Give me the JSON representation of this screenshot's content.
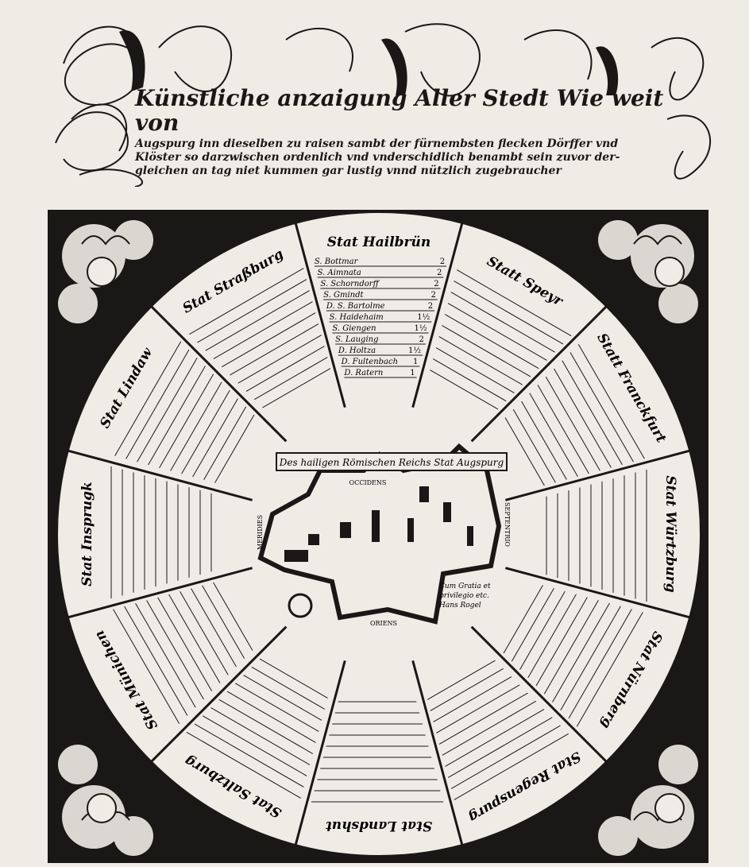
{
  "header": {
    "lines": [
      "Künstliche anzaigung Aller Stedt Wie weit von",
      "Augspurg inn dieselben zu raisen sambt der fürnembsten flecken Dörffer vnd",
      "Klöster so darzwischen ordenlich vnd vnderschidlich benambt sein zuvor der-",
      "gleichen an tag niet kummen gar lustig vnnd nützlich zugebraucher"
    ]
  },
  "center": {
    "banner": "Des hailigen Römischen Reichs Stat Augspurg",
    "north": "OCCIDENS",
    "south": "ORIENS",
    "west": "MERIDIES",
    "east": "SEPTENTRIO",
    "privilege": [
      "Cum Gratia et",
      "privilegio etc.",
      "Hans Rogel"
    ]
  },
  "segments": [
    {
      "title": "Stat Hailbrün",
      "places": [
        [
          "S. Bottmar",
          "2"
        ],
        [
          "S. Aimnata",
          "2"
        ],
        [
          "S. Schorndorff",
          "2"
        ],
        [
          "S. Gmindt",
          "2"
        ],
        [
          "D. S. Bartolme",
          "2"
        ],
        [
          "S. Haidehaim",
          "1½"
        ],
        [
          "S. Giengen",
          "1½"
        ],
        [
          "S. Lauging",
          "2"
        ],
        [
          "D. Holtza",
          "1½"
        ],
        [
          "D. Fultenbach",
          "1"
        ],
        [
          "D. Ratern",
          "1"
        ]
      ]
    },
    {
      "title": "Statt Speyr",
      "places": []
    },
    {
      "title": "Statt Franckfurt",
      "places": []
    },
    {
      "title": "Stat Würtzburg",
      "places": []
    },
    {
      "title": "Stat Nürnberg",
      "places": []
    },
    {
      "title": "Stat Regenspurg",
      "places": []
    },
    {
      "title": "Stat Landshut",
      "places": []
    },
    {
      "title": "Stat Saltzburg",
      "places": []
    },
    {
      "title": "Stat Münichen",
      "places": []
    },
    {
      "title": "Stat Insprugk",
      "places": []
    },
    {
      "title": "Stat Lindaw",
      "places": []
    },
    {
      "title": "Stat Straßburg",
      "places": []
    }
  ]
}
